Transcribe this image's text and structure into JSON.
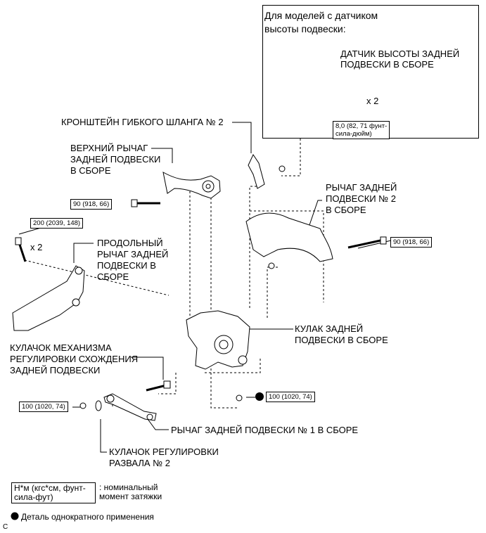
{
  "inset": {
    "title_line1": "Для моделей с датчиком",
    "title_line2": "высоты подвески:",
    "sensor_label_line1": "ДАТЧИК ВЫСОТЫ ЗАДНЕЙ",
    "sensor_label_line2": "ПОДВЕСКИ В СБОРЕ",
    "qty": "x 2",
    "torque_line1": "8,0 (82, 71 фунт-",
    "torque_line2": "сила-дюйм)"
  },
  "labels": {
    "hose_bracket": "КРОНШТЕЙН ГИБКОГО ШЛАНГА № 2",
    "upper_arm_1": "ВЕРХНИЙ РЫЧАГ",
    "upper_arm_2": "ЗАДНЕЙ ПОДВЕСКИ",
    "upper_arm_3": "В СБОРЕ",
    "arm2_1": "РЫЧАГ ЗАДНЕЙ",
    "arm2_2": "ПОДВЕСКИ № 2",
    "arm2_3": "В СБОРЕ",
    "trailing_1": "ПРОДОЛЬНЫЙ",
    "trailing_2": "РЫЧАГ ЗАДНЕЙ",
    "trailing_3": "ПОДВЕСКИ В",
    "trailing_4": "СБОРЕ",
    "knuckle_1": "КУЛАК ЗАДНЕЙ",
    "knuckle_2": "ПОДВЕСКИ В СБОРЕ",
    "toe_cam_1": "КУЛАЧОК МЕХАНИЗМА",
    "toe_cam_2": "РЕГУЛИРОВКИ СХОЖДЕНИЯ",
    "toe_cam_3": "ЗАДНЕЙ ПОДВЕСКИ",
    "arm1": "РЫЧАГ ЗАДНЕЙ ПОДВЕСКИ № 1 В СБОРЕ",
    "camber_cam_1": "КУЛАЧОК РЕГУЛИРОВКИ",
    "camber_cam_2": "РАЗВАЛА № 2",
    "qty_trailing": "x 2"
  },
  "torques": {
    "upper_arm": "90 (918, 66)",
    "trailing": "200 (2039, 148)",
    "arm2": "90 (918, 66)",
    "arm1_left": "100 (1020, 74)",
    "arm1_right": "100 (1020, 74)"
  },
  "legend": {
    "box_line1": "Н*м (кгс*см, фунт-",
    "box_line2": "сила-фут)",
    "box_desc_line1": ": номинальный",
    "box_desc_line2": "момент затяжки",
    "dot_desc": "Деталь однократного применения",
    "corner": "C"
  }
}
